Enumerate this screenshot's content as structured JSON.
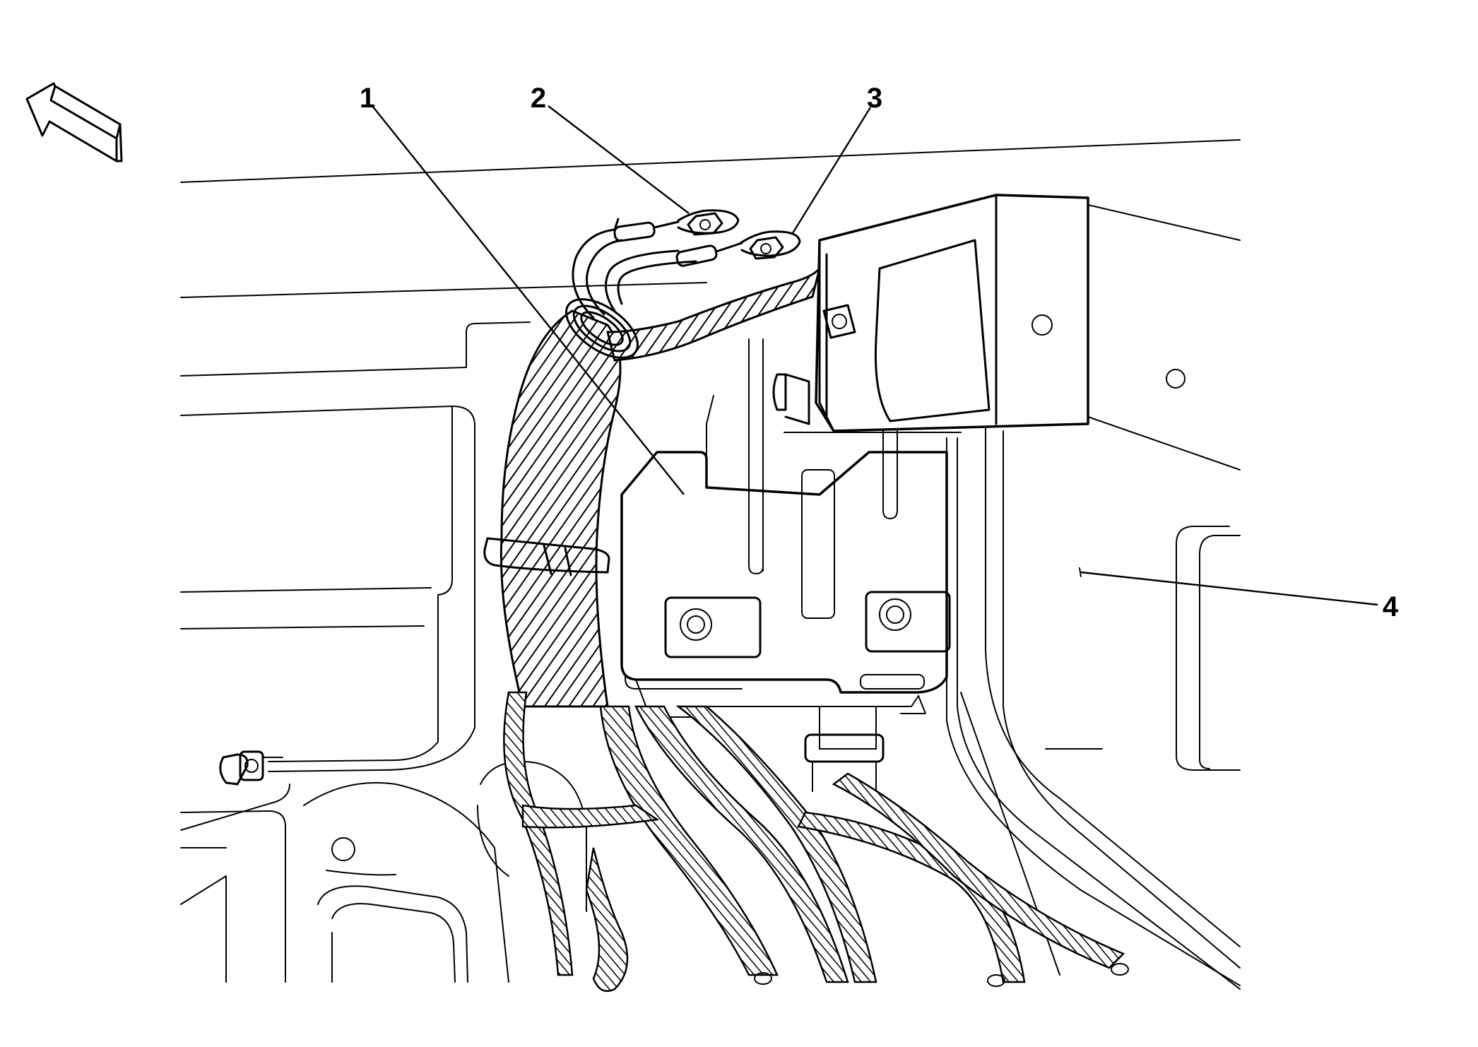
{
  "diagram": {
    "callouts": [
      {
        "id": "1",
        "label": "1"
      },
      {
        "id": "2",
        "label": "2"
      },
      {
        "id": "3",
        "label": "3"
      },
      {
        "id": "4",
        "label": "4"
      }
    ]
  },
  "colors": {
    "stroke": "#000000",
    "background": "#ffffff"
  },
  "icons": {
    "direction": "front-direction-arrow-icon"
  }
}
